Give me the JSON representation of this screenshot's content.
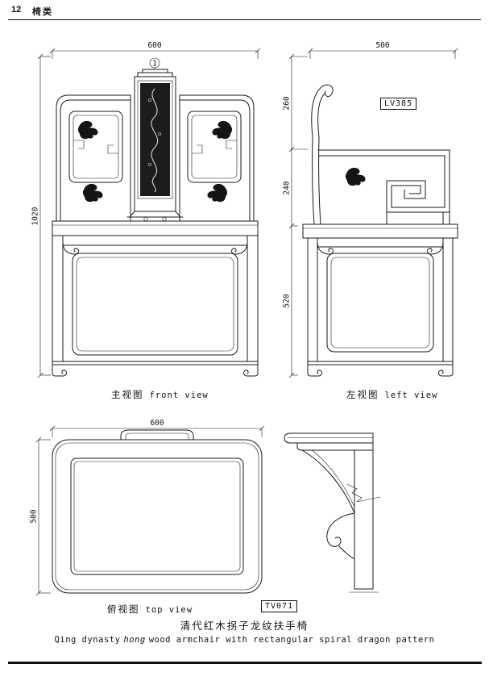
{
  "page": {
    "number": "12",
    "category": "椅类"
  },
  "front_view": {
    "label_cn": "主视图",
    "label_en": "front view",
    "width_dim": "600",
    "height_dim": "1020",
    "marker": "1"
  },
  "left_view": {
    "label_cn": "左视图",
    "label_en": "left view",
    "width_dim": "500",
    "upper_dim": "260",
    "middle_dim": "240",
    "lower_dim": "520",
    "code": "LV385"
  },
  "top_view": {
    "label_cn": "俯视图",
    "label_en": "top view",
    "width_dim": "600",
    "depth_dim": "500",
    "code": "TV071"
  },
  "caption": {
    "title_cn": "清代红木拐子龙纹扶手椅",
    "en_prefix": "Qing dynasty",
    "en_italic": "hong",
    "en_suffix": "wood armchair with rectangular spiral dragon pattern"
  }
}
